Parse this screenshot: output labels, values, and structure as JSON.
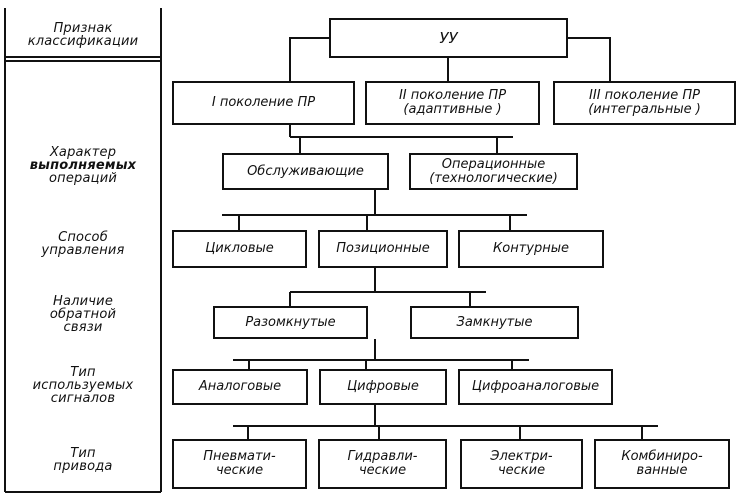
{
  "header": {
    "line1": "Признак",
    "line2": "классификации"
  },
  "labels": {
    "operations": [
      "Характер",
      "выполняемых",
      "операций"
    ],
    "control": [
      "Способ",
      "управления"
    ],
    "feedback": [
      "Наличие",
      "обратной",
      "связи"
    ],
    "signals": [
      "Тип",
      "используемых",
      "сигналов"
    ],
    "drive": [
      "Тип",
      "привода"
    ]
  },
  "root": "УУ",
  "generations": {
    "g1": "I поколение ПР",
    "g2": [
      "II поколение ПР",
      "(адаптивные )"
    ],
    "g3": [
      "III поколение ПР",
      "(интегральные )"
    ]
  },
  "operations": {
    "service": "Обслуживающие",
    "technological": [
      "Операционные",
      "(технологические)"
    ]
  },
  "control": {
    "cyclic": "Цикловые",
    "positional": "Позиционные",
    "contour": "Контурные"
  },
  "feedback": {
    "open": "Разомкнутые",
    "closed": "Замкнутые"
  },
  "signals": {
    "analog": "Аналоговые",
    "digital": "Цифровые",
    "hybrid": "Цифроаналоговые"
  },
  "drive": {
    "pneumatic": [
      "Пневмати-",
      "ческие"
    ],
    "hydraulic": [
      "Гидравли-",
      "ческие"
    ],
    "electric": [
      "Электри-",
      "ческие"
    ],
    "combined": [
      "Комбиниро-",
      "ванные"
    ]
  }
}
